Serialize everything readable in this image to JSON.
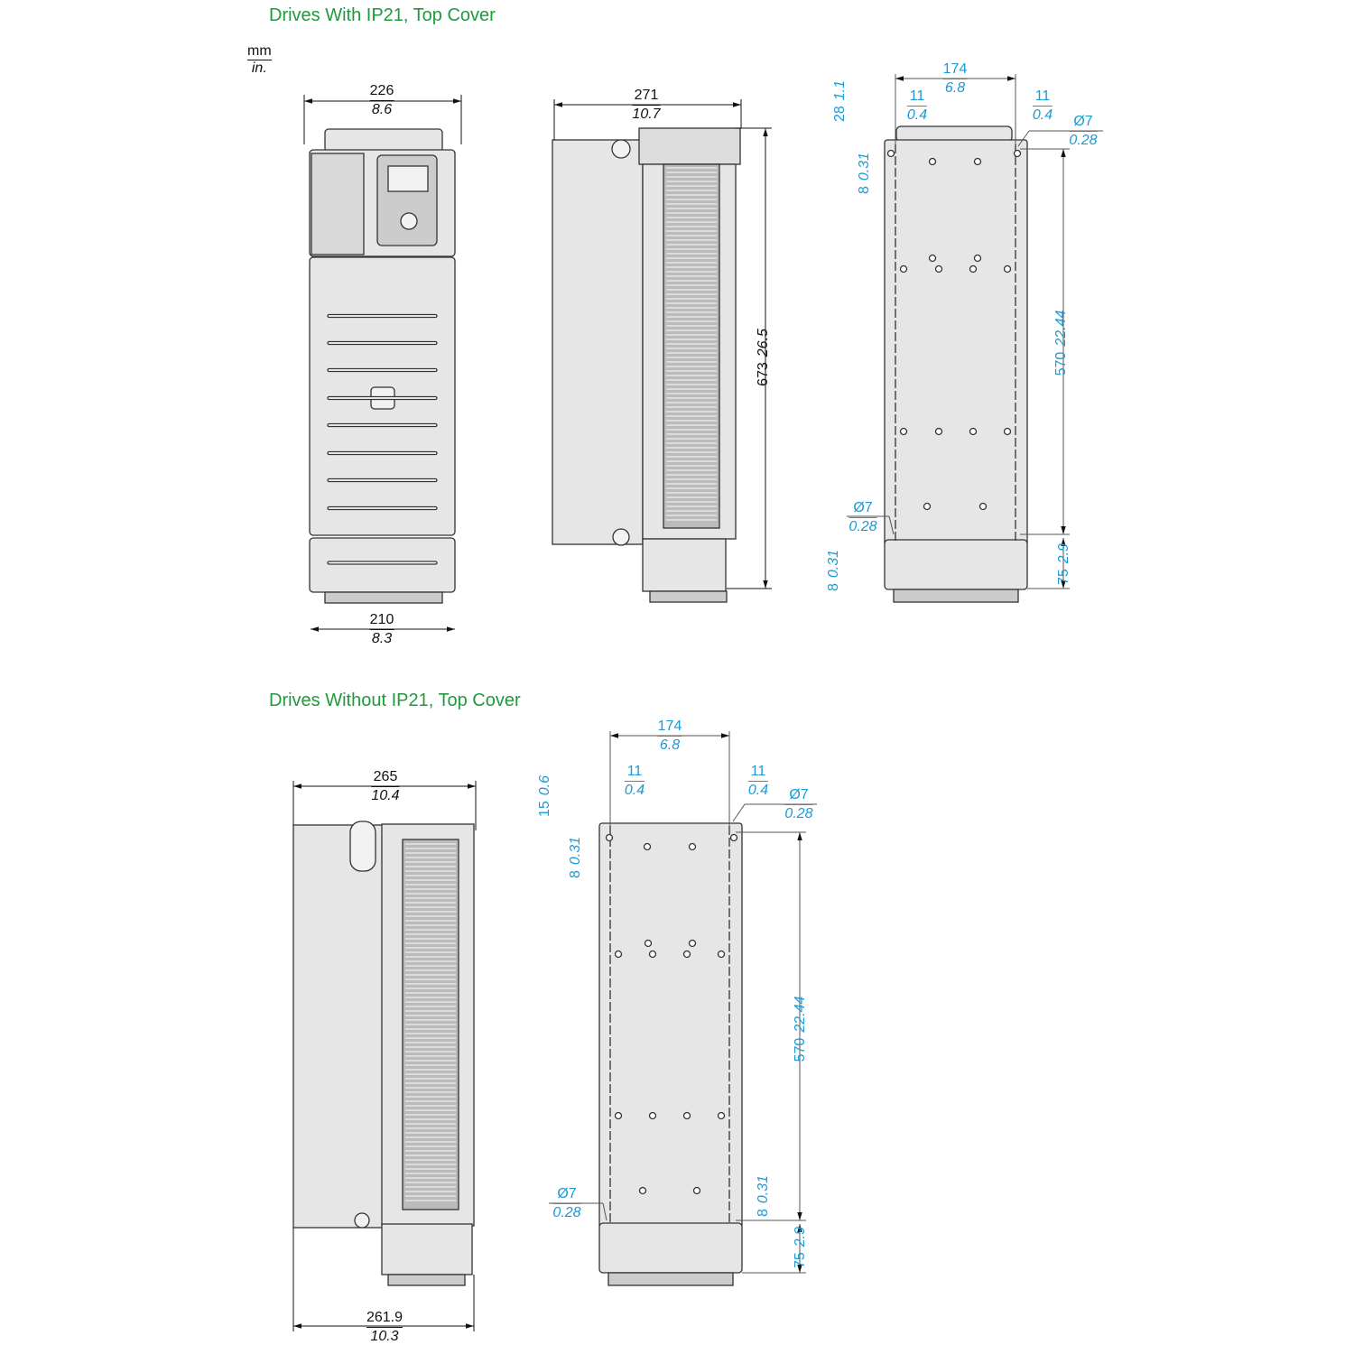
{
  "titles": {
    "with_ip21": "Drives With IP21, Top Cover",
    "without_ip21": "Drives Without IP21, Top Cover"
  },
  "units": {
    "mm": "mm",
    "in": "in."
  },
  "colors": {
    "title": "#1f9a3c",
    "dimension_blue": "#1a9ad6",
    "dimension_black": "#111111",
    "body_fill": "#e6e6e6"
  },
  "top": {
    "front_width": {
      "mm": "226",
      "in": "8.6"
    },
    "front_bottom_width": {
      "mm": "210",
      "in": "8.3"
    },
    "side_depth": {
      "mm": "271",
      "in": "10.7"
    },
    "side_height": {
      "mm": "673",
      "in": "26.5"
    },
    "rear_hole_spacing": {
      "mm": "174",
      "in": "6.8"
    },
    "rear_left_offset": {
      "mm": "11",
      "in": "0.4"
    },
    "rear_right_offset": {
      "mm": "11",
      "in": "0.4"
    },
    "rear_hole_top": {
      "mm": "Ø7",
      "in": "0.28"
    },
    "rear_top_offset": {
      "mm": "28",
      "in": "1.1"
    },
    "rear_slot": {
      "mm": "8",
      "in": "0.31"
    },
    "rear_vertical_spacing": {
      "mm": "570",
      "in": "22.44"
    },
    "rear_hole_bottom": {
      "mm": "Ø7",
      "in": "0.28"
    },
    "rear_bottom_slot": {
      "mm": "8",
      "in": "0.31"
    },
    "rear_bottom_offset": {
      "mm": "75",
      "in": "2.9"
    }
  },
  "bottom": {
    "side_depth_top": {
      "mm": "265",
      "in": "10.4"
    },
    "side_depth_bottom": {
      "mm": "261.9",
      "in": "10.3"
    },
    "rear_hole_spacing": {
      "mm": "174",
      "in": "6.8"
    },
    "rear_left_offset": {
      "mm": "11",
      "in": "0.4"
    },
    "rear_right_offset": {
      "mm": "11",
      "in": "0.4"
    },
    "rear_hole_top": {
      "mm": "Ø7",
      "in": "0.28"
    },
    "rear_top_offset": {
      "mm": "15",
      "in": "0.6"
    },
    "rear_slot": {
      "mm": "8",
      "in": "0.31"
    },
    "rear_vertical_spacing": {
      "mm": "570",
      "in": "22.44"
    },
    "rear_hole_bottom": {
      "mm": "Ø7",
      "in": "0.28"
    },
    "rear_bottom_slot": {
      "mm": "8",
      "in": "0.31"
    },
    "rear_bottom_offset": {
      "mm": "75",
      "in": "2.9"
    }
  }
}
